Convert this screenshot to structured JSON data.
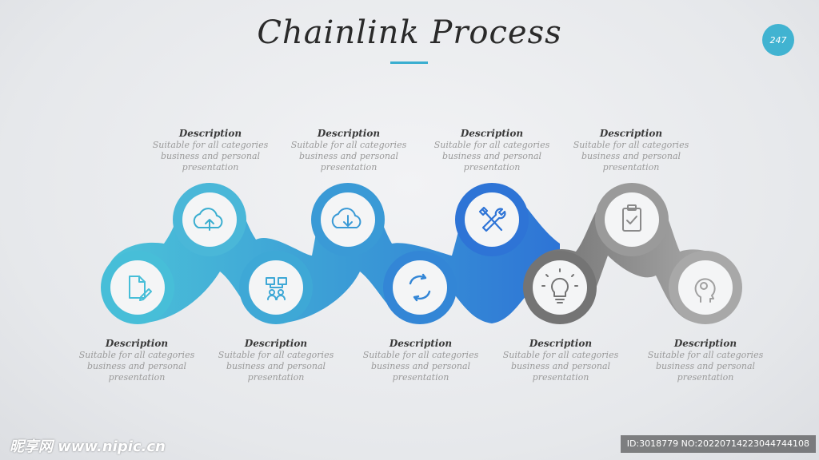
{
  "title": "Chainlink Process",
  "page_number": "247",
  "steps_top": [
    {
      "heading": "Description",
      "body": "Suitable for all categories business and personal presentation",
      "icon": "cloud-upload-icon"
    },
    {
      "heading": "Description",
      "body": "Suitable for all categories business and personal presentation",
      "icon": "cloud-download-icon"
    },
    {
      "heading": "Description",
      "body": "Suitable for all categories business and personal presentation",
      "icon": "tools-icon"
    },
    {
      "heading": "Description",
      "body": "Suitable for all categories business and personal presentation",
      "icon": "clipboard-check-icon"
    }
  ],
  "steps_bottom": [
    {
      "heading": "Description",
      "body": "Suitable for all categories business and personal presentation",
      "icon": "document-edit-icon"
    },
    {
      "heading": "Description",
      "body": "Suitable for all categories business and personal presentation",
      "icon": "team-structure-icon"
    },
    {
      "heading": "Description",
      "body": "Suitable for all categories business and personal presentation",
      "icon": "refresh-icon"
    },
    {
      "heading": "Description",
      "body": "Suitable for all categories business and personal presentation",
      "icon": "lightbulb-icon"
    },
    {
      "heading": "Description",
      "body": "Suitable for all categories business and personal presentation",
      "icon": "head-gear-icon"
    }
  ],
  "colors": {
    "cyan": "#45bdd6",
    "blue_mid": "#3b9bd6",
    "blue_dark": "#2f7fd6",
    "gray_dark": "#7b7b7b",
    "gray_light": "#a9a9a9",
    "accent": "#3aaed0"
  },
  "watermark": {
    "left": "昵享网 www.nipic.cn",
    "right": "ID:3018779 NO:20220714223044744108"
  }
}
